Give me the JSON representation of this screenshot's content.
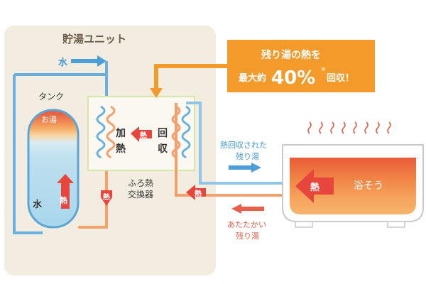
{
  "unit": {
    "title": "貯湯ユニット",
    "water_label": "水"
  },
  "tank": {
    "title": "タンク",
    "hot_label": "お湯",
    "water_label": "水",
    "heat_label": "熱"
  },
  "exchanger": {
    "heat_badge": "熱",
    "heating_chars": [
      "加",
      "熱"
    ],
    "recover_chars": [
      "回",
      "収"
    ],
    "name_lines": [
      "ふろ熱",
      "交換器"
    ]
  },
  "pipe_badges": {
    "lower": "熱",
    "middle": "熱"
  },
  "callout": {
    "line1": "残り湯の熱を",
    "line2_prefix": "最大約",
    "percent": "40%",
    "note_mark": "※",
    "line2_suffix": "回収！",
    "color": "#f39a2a"
  },
  "flows": {
    "recovered_lines": [
      "熱回収された",
      "残り湯"
    ],
    "warm_lines": [
      "あたたかい",
      "残り湯"
    ]
  },
  "bathtub": {
    "label": "浴そう",
    "heat_label": "熱"
  },
  "colors": {
    "panel": "#f3ece0",
    "cold_blue": "#4a9fd8",
    "hot_orange": "#f08a4b",
    "heat_red": "#e8453c",
    "recovered_text": "#3f98d4",
    "warm_text": "#e8604a"
  }
}
